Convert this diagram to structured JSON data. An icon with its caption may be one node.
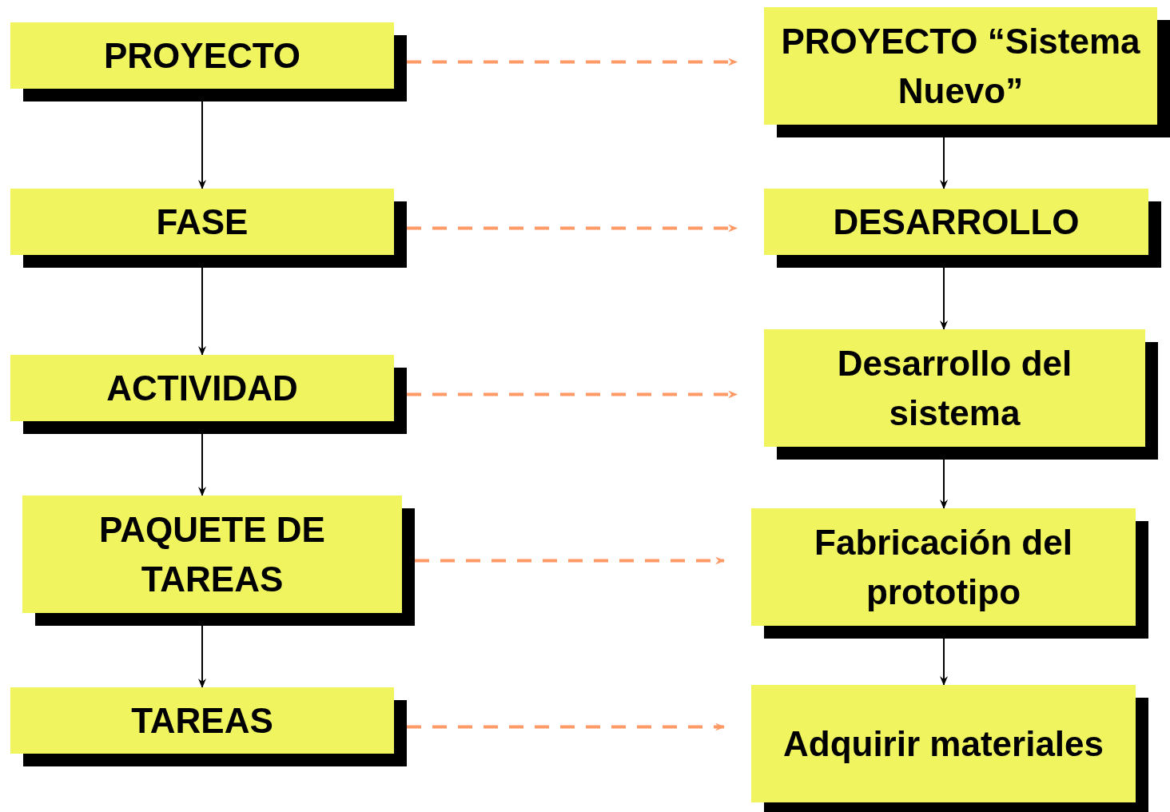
{
  "diagram": {
    "nodes": [
      {
        "text": [
          "PROYECTO"
        ]
      },
      {
        "text": [
          "FASE"
        ]
      },
      {
        "text": [
          "ACTIVIDAD"
        ]
      },
      {
        "text": [
          "PAQUETE DE TAREAS"
        ]
      },
      {
        "text": [
          "TAREAS"
        ]
      },
      {
        "text": [
          "PROYECTO “Sistema Nuevo”"
        ]
      },
      {
        "text": [
          "DESARROLLO"
        ]
      },
      {
        "text": [
          "Desarrollo del sistema"
        ]
      },
      {
        "text": [
          "Fabricación del prototipo"
        ]
      },
      {
        "text": [
          "Adquirir materiales"
        ]
      }
    ],
    "edges": [
      {
        "from": 0,
        "to": 1,
        "arrow": "to"
      },
      {
        "from": 1,
        "to": 2,
        "arrow": "to"
      },
      {
        "from": 2,
        "to": 3,
        "arrow": "to"
      },
      {
        "from": 3,
        "to": 4,
        "arrow": "to"
      },
      {
        "from": 5,
        "to": 6,
        "arrow": "to"
      },
      {
        "from": 6,
        "to": 7,
        "arrow": "to"
      },
      {
        "from": 7,
        "to": 8,
        "arrow": "to"
      },
      {
        "from": 8,
        "to": 9,
        "arrow": "to"
      },
      {
        "from": 0,
        "to": 5,
        "arrow": "to",
        "style": "dashed",
        "color": "#ff9966"
      },
      {
        "from": 1,
        "to": 6,
        "arrow": "to",
        "style": "dashed",
        "color": "#ff9966"
      },
      {
        "from": 2,
        "to": 7,
        "arrow": "to",
        "style": "dashed",
        "color": "#ff9966"
      },
      {
        "from": 3,
        "to": 8,
        "arrow": "to",
        "style": "dashed",
        "color": "#ff9966"
      },
      {
        "from": 4,
        "to": 9,
        "arrow": "to",
        "style": "dashed",
        "color": "#ff9966"
      }
    ]
  }
}
